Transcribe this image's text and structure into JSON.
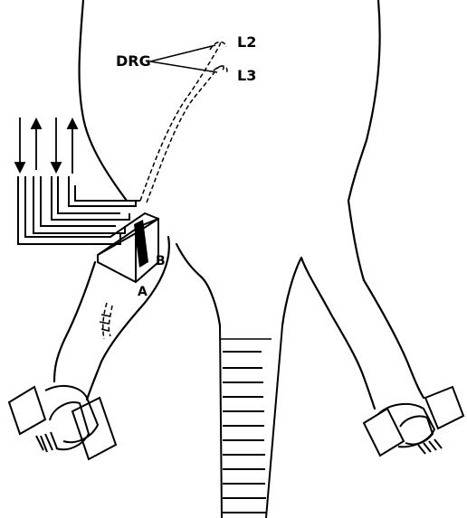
{
  "labels": {
    "drg": "DRG",
    "l2": "L2",
    "l3": "L3",
    "a": "A",
    "b": "B"
  },
  "colors": {
    "ink": "#000000",
    "paper": "#ffffff"
  }
}
